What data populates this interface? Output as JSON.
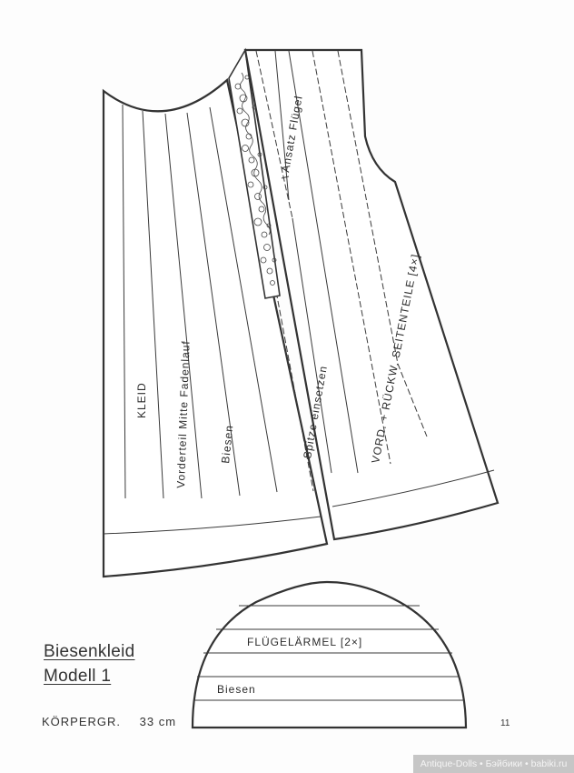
{
  "title": {
    "line1": "Biesenkleid",
    "line2": "Modell 1"
  },
  "size": {
    "label": "KÖRPERGR.",
    "value": "33 cm"
  },
  "page_number": "11",
  "watermark": "Antique-Dolls • Бэйбики • babiki.ru",
  "pieces": {
    "front": {
      "label_kleid": "KLEID",
      "label_front": "Vorderteil  Mitte Fadenlauf",
      "label_tucks": "Biesen"
    },
    "lace": {
      "label": "Spitze  einsetzen"
    },
    "side": {
      "label_attach": "Ansatz  Flügel",
      "label_side": "VORD. + RÜCKW.  SEITENTEILE  [4×]"
    },
    "sleeve": {
      "label": "FLÜGELÄRMEL  [2×]",
      "label_tucks": "Biesen"
    }
  },
  "colors": {
    "line": "#333333",
    "paper": "#fdfdfd",
    "watermark_bg": "#c6c6c6"
  }
}
